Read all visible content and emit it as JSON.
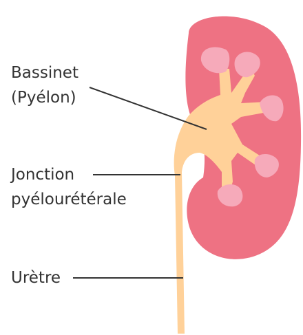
{
  "labels": {
    "bassinet": {
      "line1": "Bassinet",
      "line2": "(Pyélon)"
    },
    "jonction": {
      "line1": "Jonction",
      "line2": "pyélourétérale"
    },
    "uretre": "Urètre"
  },
  "colors": {
    "kidney": "#EE7283",
    "pelvis": "#FFD199",
    "calyx": "#F6AABA",
    "leader_line": "#333333",
    "text": "#333333"
  }
}
